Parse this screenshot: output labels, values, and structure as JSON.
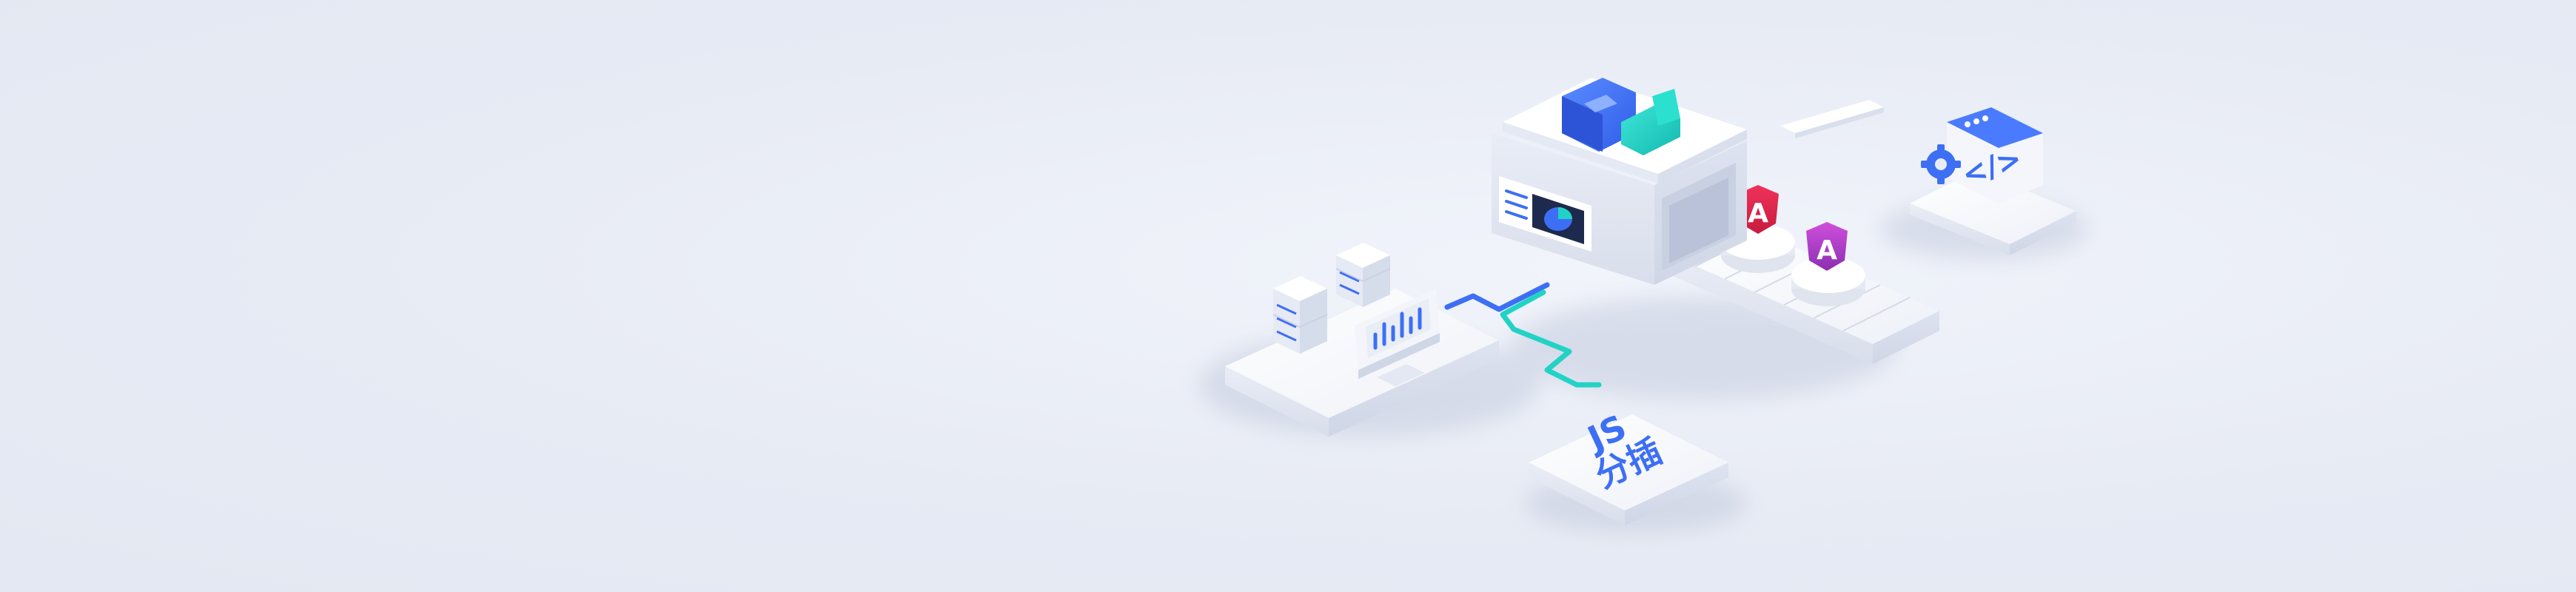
{
  "badges": {
    "js_label": "JS",
    "cn_label": "分插",
    "code_icon_text": "</>"
  },
  "angular_logo_letter": "A",
  "colors": {
    "background": "#e7ebf4",
    "platform_top": "#f7f8fc",
    "platform_side": "#dde2ee",
    "accent_blue": "#3d6ff5",
    "accent_teal": "#22d3c5",
    "angular_red": "#e2254b",
    "angular_purple": "#b93cc8"
  },
  "icons": [
    "server-icon",
    "bar-chart-monitor-icon",
    "factory-icon",
    "pie-chart-screen-icon",
    "angular-logo-icon",
    "browser-code-icon",
    "gear-icon",
    "conveyor-belt-icon"
  ]
}
